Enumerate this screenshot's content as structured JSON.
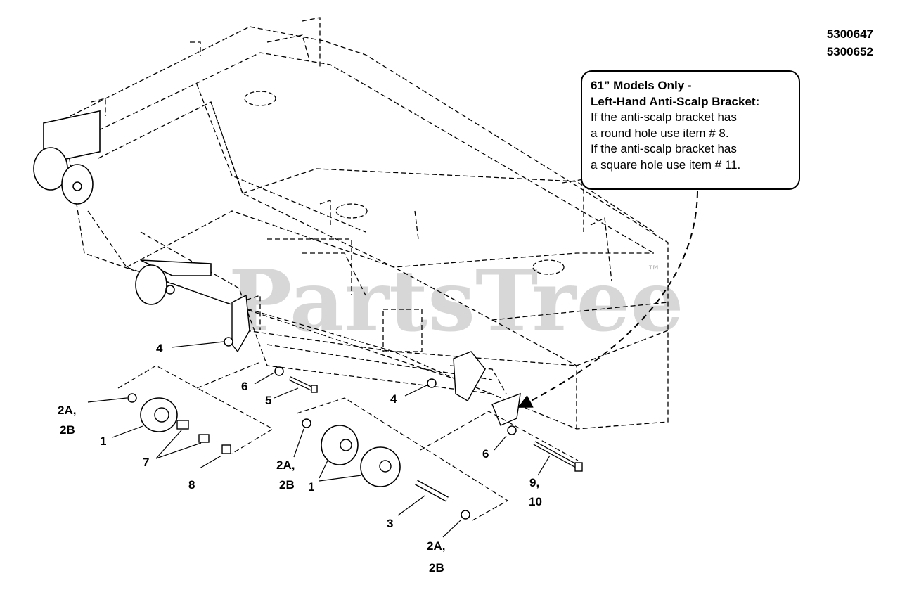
{
  "part_numbers": [
    "5300647",
    "5300652"
  ],
  "watermark": {
    "text": "PartsTree",
    "tm": "™"
  },
  "callout": {
    "heading_1": "61” Models Only -",
    "heading_2": "Left-Hand Anti-Scalp Bracket:",
    "lines": [
      "If the anti-scalp bracket has",
      "a round hole use item # 8.",
      "If the anti-scalp bracket has",
      "a square hole use item # 11."
    ]
  },
  "labels": [
    {
      "id": "4-left",
      "text": "4"
    },
    {
      "id": "6-mid",
      "text": "6"
    },
    {
      "id": "5",
      "text": "5"
    },
    {
      "id": "4-right",
      "text": "4"
    },
    {
      "id": "2a-left",
      "text": "2A,"
    },
    {
      "id": "2b-left",
      "text": "2B"
    },
    {
      "id": "1-left",
      "text": "1"
    },
    {
      "id": "7",
      "text": "7"
    },
    {
      "id": "8",
      "text": "8"
    },
    {
      "id": "2a-mid",
      "text": "2A,"
    },
    {
      "id": "2b-mid",
      "text": "2B"
    },
    {
      "id": "1-mid",
      "text": "1"
    },
    {
      "id": "3",
      "text": "3"
    },
    {
      "id": "2a-bottom",
      "text": "2A,"
    },
    {
      "id": "2b-bottom",
      "text": "2B"
    },
    {
      "id": "6-right",
      "text": "6"
    },
    {
      "id": "9",
      "text": "9,"
    },
    {
      "id": "10",
      "text": "10"
    }
  ]
}
